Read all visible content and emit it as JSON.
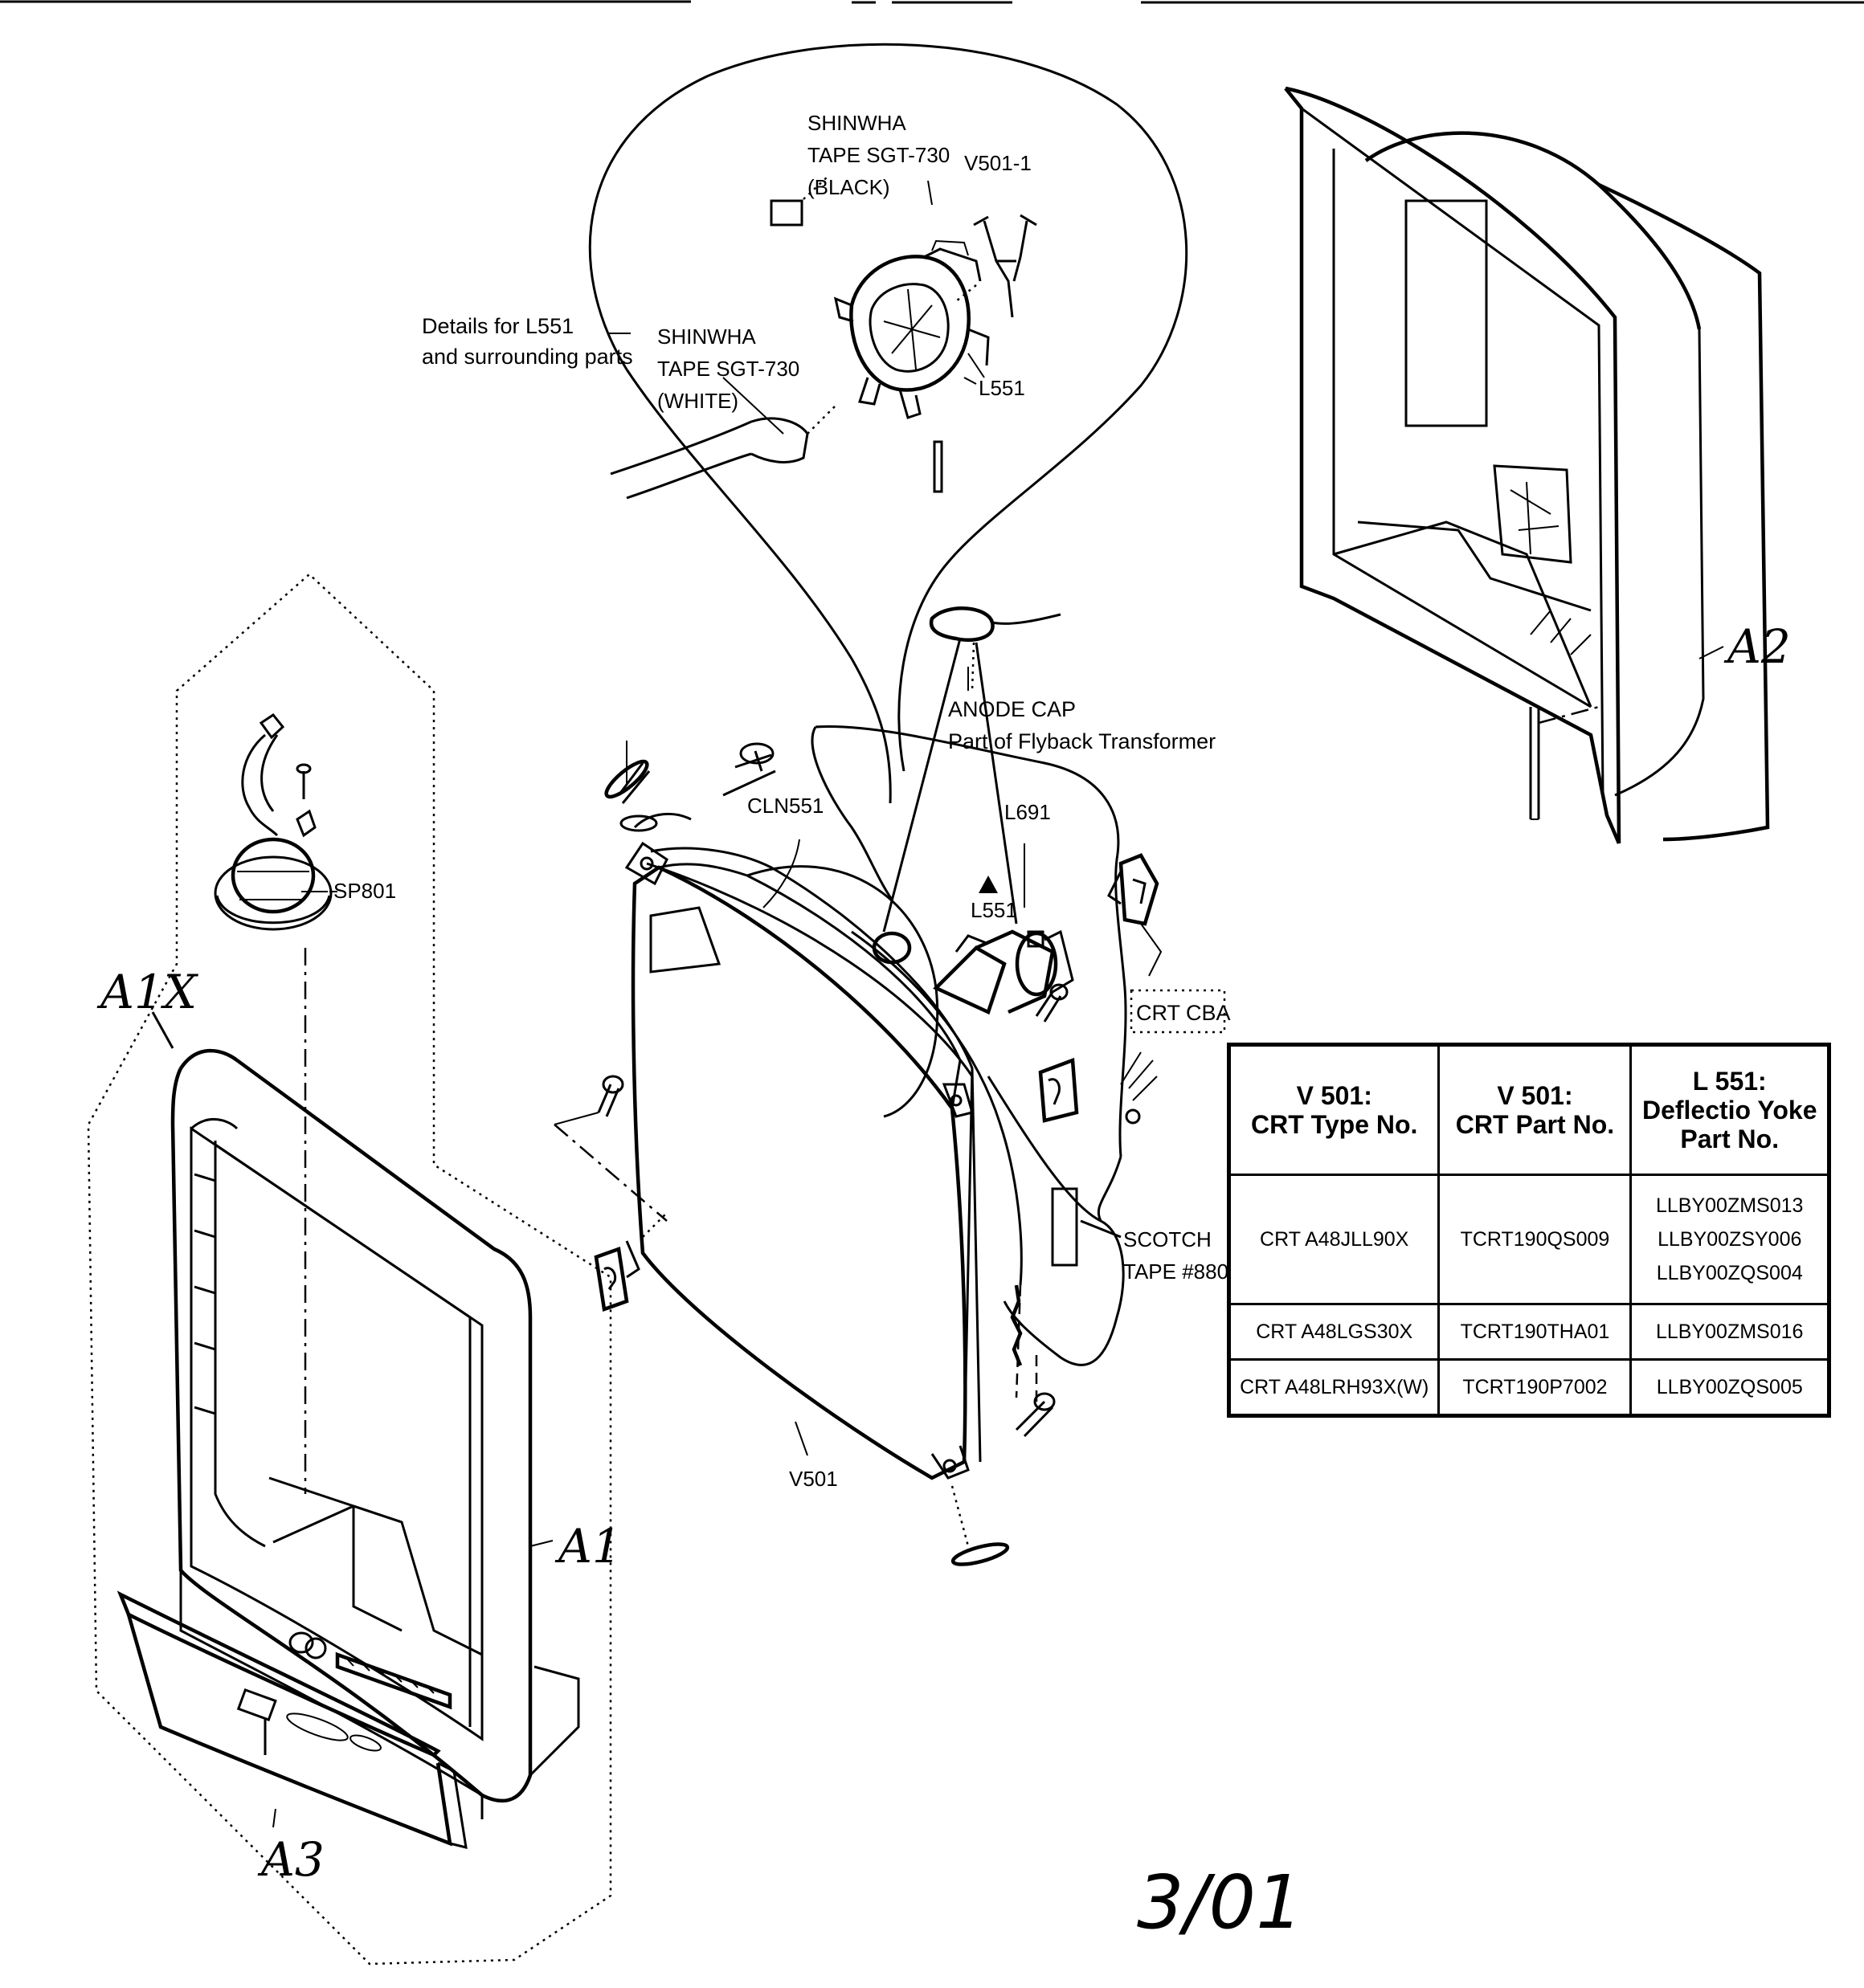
{
  "callouts": {
    "tape_black": [
      "SHINWHA",
      "TAPE SGT-730",
      "(BLACK)"
    ],
    "tape_white": [
      "SHINWHA",
      "TAPE SGT-730",
      "(WHITE)"
    ],
    "details": [
      "Details for L551",
      "and surrounding parts"
    ],
    "v501_1": "V501-1",
    "l551_detail": "L551",
    "anode": [
      "ANODE CAP",
      "Part of Flyback Transformer"
    ],
    "cln551": "CLN551",
    "l691": "L691",
    "l551_main": "L551",
    "crt_cba": "CRT CBA",
    "scotch": [
      "SCOTCH",
      "TAPE #880"
    ],
    "sp801": "SP801",
    "v501": "V501"
  },
  "handwritten": {
    "a1x": "A1X",
    "a1": "A1",
    "a2": "A2",
    "a3": "A3",
    "date": "3/01"
  },
  "table": {
    "headers": [
      [
        "V 501:",
        "CRT Type No."
      ],
      [
        "V 501:",
        "CRT Part No."
      ],
      [
        "L 551:",
        "Deflectio Yoke",
        "Part No."
      ]
    ],
    "rows": [
      {
        "type": "CRT A48JLL90X",
        "part": "TCRT190QS009",
        "yoke": [
          "LLBY00ZMS013",
          "LLBY00ZSY006",
          "LLBY00ZQS004"
        ]
      },
      {
        "type": "CRT A48LGS30X",
        "part": "TCRT190THA01",
        "yoke": [
          "LLBY00ZMS016"
        ]
      },
      {
        "type": "CRT A48LRH93X(W)",
        "part": "TCRT190P7002",
        "yoke": [
          "LLBY00ZQS005"
        ]
      }
    ]
  }
}
